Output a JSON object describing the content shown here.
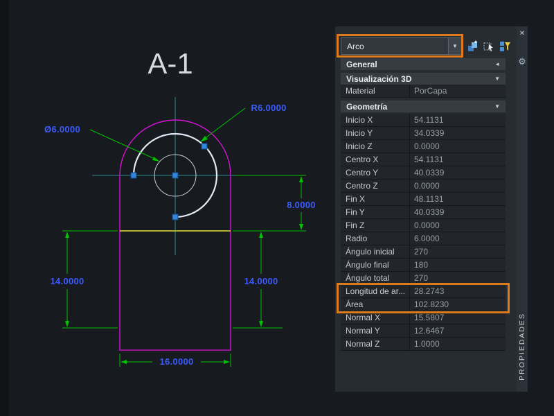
{
  "colors": {
    "canvas_bg": "#171a1e",
    "edge_strip": "#111417",
    "panel_bg": "#272c31",
    "row_bg": "#22262b",
    "row_border": "#16191c",
    "header_bg": "#363c42",
    "header_text": "#e8ebee",
    "label_text": "#c7cbd0",
    "value_text": "#989ea5",
    "accent_orange": "#dd7a1c",
    "dim_green": "#00c300",
    "dim_text_blue": "#3b5bff",
    "shape_magenta": "#e511e5",
    "crosshair_teal": "#2d8c8e",
    "selected_arc": "#e2e9f5",
    "grip_blue": "#3186de",
    "line_yellow": "#e5e131",
    "view_label_text": "#d5dade"
  },
  "canvas": {
    "view_label": "A-1",
    "dim_labels": {
      "diameter": "Ø6.0000",
      "radius": "R6.0000",
      "offset_top": "8.0000",
      "left_height": "14.0000",
      "right_height": "14.0000",
      "bottom_width": "16.0000"
    }
  },
  "panel": {
    "title": "PROPIEDADES",
    "selector_value": "Arco",
    "dropdown_arrow": "▼",
    "close_icon": "✕",
    "gear_icon": "⚙",
    "sections": {
      "general": {
        "label": "General",
        "arrow": "◄"
      },
      "viz3d": {
        "label": "Visualización 3D",
        "arrow": "▼"
      },
      "geometry": {
        "label": "Geometría",
        "arrow": "▼"
      }
    },
    "material_row": {
      "label": "Material",
      "value": "PorCapa"
    },
    "geometry_rows": [
      {
        "label": "Inicio X",
        "value": "54.1131"
      },
      {
        "label": "Inicio Y",
        "value": "34.0339"
      },
      {
        "label": "Inicio Z",
        "value": "0.0000"
      },
      {
        "label": "Centro X",
        "value": "54.1131"
      },
      {
        "label": "Centro Y",
        "value": "40.0339"
      },
      {
        "label": "Centro Z",
        "value": "0.0000"
      },
      {
        "label": "Fin X",
        "value": "48.1131"
      },
      {
        "label": "Fin Y",
        "value": "40.0339"
      },
      {
        "label": "Fin Z",
        "value": "0.0000"
      },
      {
        "label": "Radio",
        "value": "6.0000"
      },
      {
        "label": "Ángulo inicial",
        "value": "270"
      },
      {
        "label": "Ángulo final",
        "value": "180"
      },
      {
        "label": "Ángulo total",
        "value": "270"
      },
      {
        "label": "Longitud de ar...",
        "value": "28.2743"
      },
      {
        "label": "Área",
        "value": "102.8230"
      },
      {
        "label": "Normal X",
        "value": "15.5807"
      },
      {
        "label": "Normal Y",
        "value": "12.6467"
      },
      {
        "label": "Normal Z",
        "value": "1.0000"
      }
    ]
  }
}
